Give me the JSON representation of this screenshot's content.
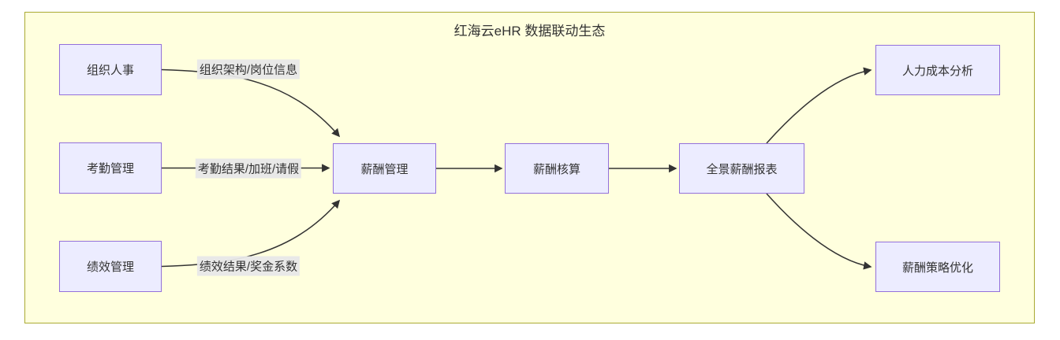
{
  "diagram": {
    "title": "红海云eHR 数据联动生态",
    "nodes": [
      {
        "id": "org-personnel",
        "label": "组织人事"
      },
      {
        "id": "attendance-mgmt",
        "label": "考勤管理"
      },
      {
        "id": "performance-mgmt",
        "label": "绩效管理"
      },
      {
        "id": "compensation-mgmt",
        "label": "薪酬管理"
      },
      {
        "id": "payroll-accounting",
        "label": "薪酬核算"
      },
      {
        "id": "panoramic-pay-report",
        "label": "全景薪酬报表"
      },
      {
        "id": "hr-cost-analysis",
        "label": "人力成本分析"
      },
      {
        "id": "pay-strategy-optimize",
        "label": "薪酬策略优化"
      }
    ],
    "edges": [
      {
        "from": "组织人事",
        "to": "薪酬管理",
        "label": "组织架构/岗位信息"
      },
      {
        "from": "考勤管理",
        "to": "薪酬管理",
        "label": "考勤结果/加班/请假"
      },
      {
        "from": "绩效管理",
        "to": "薪酬管理",
        "label": "绩效结果/奖金系数"
      },
      {
        "from": "薪酬管理",
        "to": "薪酬核算",
        "label": ""
      },
      {
        "from": "薪酬核算",
        "to": "全景薪酬报表",
        "label": ""
      },
      {
        "from": "全景薪酬报表",
        "to": "人力成本分析",
        "label": ""
      },
      {
        "from": "全景薪酬报表",
        "to": "薪酬策略优化",
        "label": ""
      }
    ],
    "colors": {
      "canvas_background": "#FFFFDE",
      "canvas_border": "#AAAA33",
      "node_fill": "#ECECFF",
      "node_border": "#9370DB",
      "edge_line": "#333333",
      "edge_label_background": "#E8E8E8",
      "text": "#333333"
    }
  }
}
